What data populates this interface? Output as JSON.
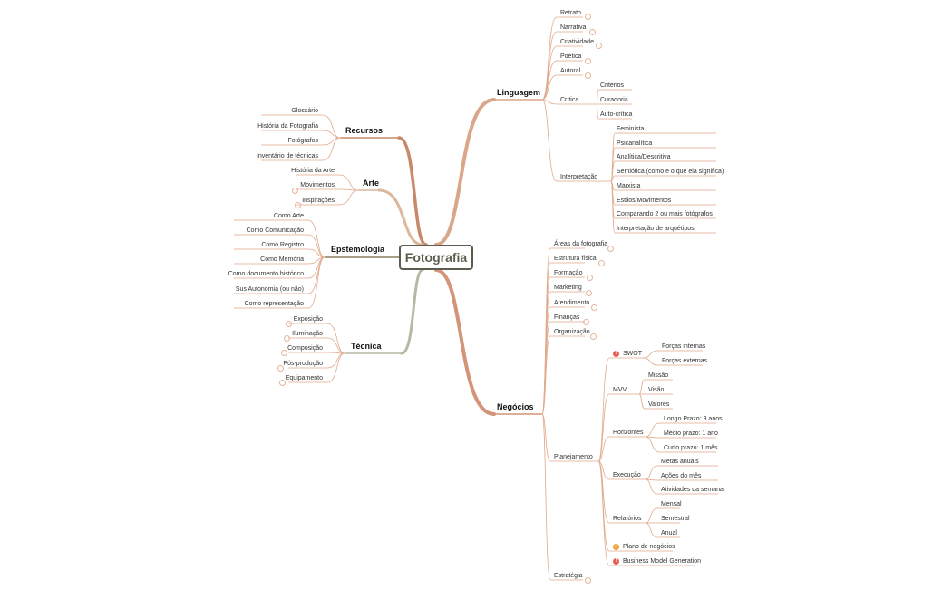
{
  "root": {
    "label": "Fotografia"
  },
  "branches": {
    "linguagem": {
      "label": "Linguagem",
      "items": [
        "Retrato",
        "Narrativa",
        "Criatividade",
        "Poética",
        "Autoral"
      ],
      "critica": {
        "label": "Crítica",
        "items": [
          "Critérios",
          "Curadoria",
          "Auto-crítica"
        ]
      },
      "interpretacao": {
        "label": "Interpretação",
        "items": [
          "Feminista",
          "Psicanalítica",
          "Analítica/Descritiva",
          "Semiótica (como e o que ela significa)",
          "Marxista",
          "Estilos/Movimentos",
          "Comparando 2 ou mais fotógrafos",
          "Interpretação de arquétipos"
        ]
      }
    },
    "negocios": {
      "label": "Negócios",
      "items": [
        "Áreas da fotografia",
        "Estrutura física",
        "Formação",
        "Marketing",
        "Atendimento",
        "Finanças",
        "Organização"
      ],
      "planejamento": {
        "label": "Planejamento",
        "swot": {
          "label": "SWOT",
          "items": [
            "Forças internas",
            "Forças externas"
          ]
        },
        "mvv": {
          "label": "MVV",
          "items": [
            "Missão",
            "Visão",
            "Valores"
          ]
        },
        "horizontes": {
          "label": "Horizontes",
          "items": [
            "Longo Prazo: 3 anos",
            "Médio prazo: 1 ano",
            "Curto prazo: 1 mês"
          ]
        },
        "execucao": {
          "label": "Execução",
          "items": [
            "Metas anuais",
            "Ações do mês",
            "Atividades da semana"
          ]
        },
        "relatorios": {
          "label": "Relatórios",
          "items": [
            "Mensal",
            "Semestral",
            "Anual"
          ]
        },
        "plano": "Plano de negócios",
        "bmg": "Business Model Generation"
      },
      "estrategia": "Estratégia"
    },
    "recursos": {
      "label": "Recursos",
      "items": [
        "Glossário",
        "História da Fotografia",
        "Fotógrafos",
        "Inventário de técnicas"
      ]
    },
    "arte": {
      "label": "Arte",
      "items": [
        "História da Arte",
        "Movimentos",
        "Inspirações"
      ]
    },
    "epistemologia": {
      "label": "Epstemologia",
      "items": [
        "Como Arte",
        "Como Comunicação",
        "Como Registro",
        "Como Memória",
        "Como documento histórico",
        "Sus Autonomia (ou não)",
        "Como representação"
      ]
    },
    "tecnica": {
      "label": "Técnica",
      "items": [
        "Exposição",
        "Iluminação",
        "Composição",
        "Pós-produção",
        "Equipamento"
      ]
    }
  },
  "colors": {
    "linguagem": "#d9a689",
    "negocios": "#d49477",
    "recursos": "#c8896a",
    "arte": "#d9b89b",
    "epistemologia": "#a89e86",
    "tecnica": "#b6b9a2",
    "leaf": "#e0a98b",
    "root_border": "#5d5d4f",
    "marker_red": "#e5604f",
    "marker_orange": "#f0a23c"
  }
}
